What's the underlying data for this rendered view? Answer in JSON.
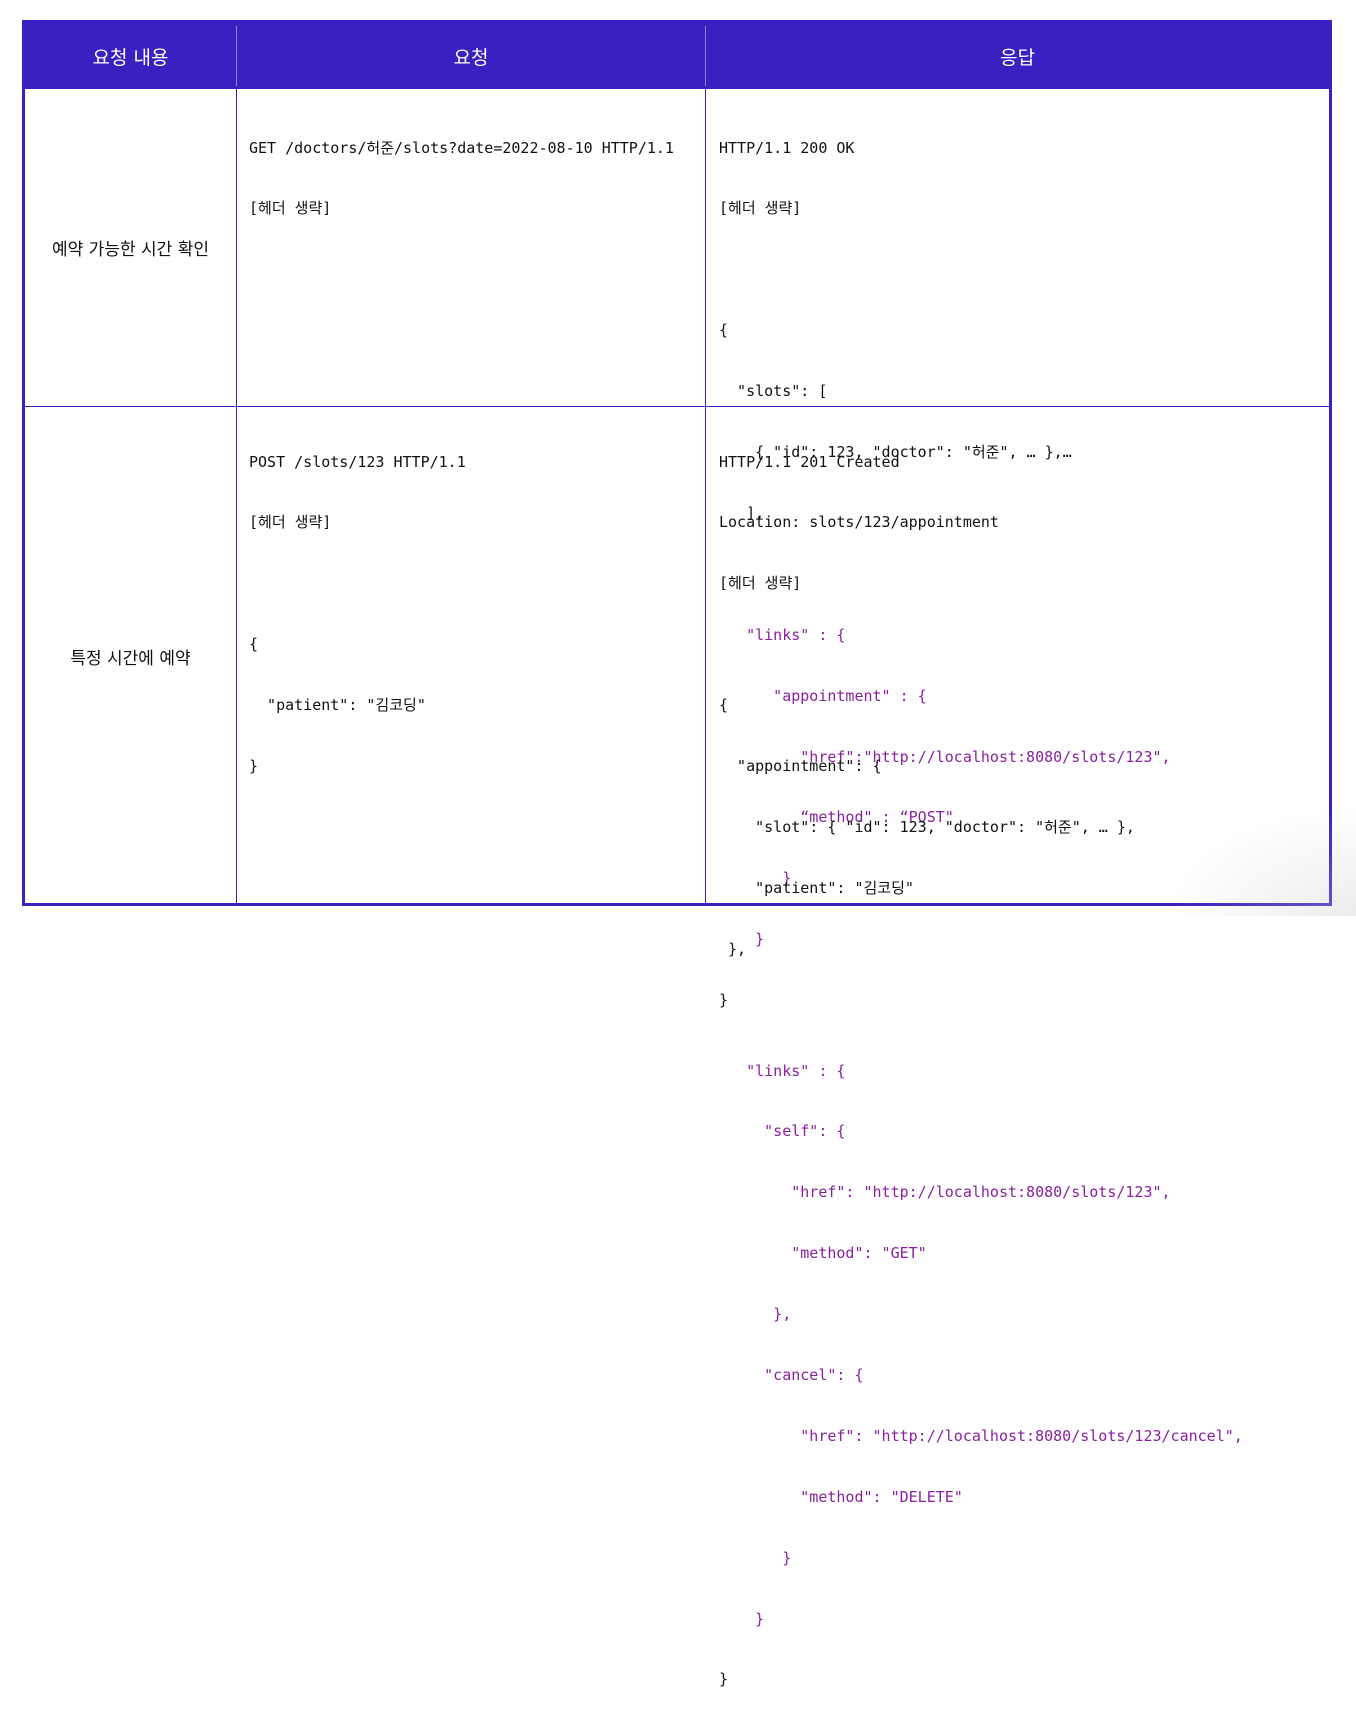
{
  "table": {
    "headers": [
      "요청 내용",
      "요청",
      "응답"
    ],
    "rows": [
      {
        "label": "예약 가능한 시간 확인",
        "request": [
          "GET /doctors/허준/slots?date=2022-08-10 HTTP/1.1",
          "[헤더 생략]"
        ],
        "response": [
          "HTTP/1.1 200 OK",
          "[헤더 생략]",
          "",
          "{",
          "  \"slots\": [",
          "    { \"id\": 123, \"doctor\": \"허준\", … },…",
          "   ],",
          "",
          "   \"links\" : {",
          "      \"appointment\" : {",
          "         \"href\":\"http://localhost:8080/slots/123\",",
          "         “method\" : “POST\"",
          "       }",
          "    }",
          "}"
        ]
      },
      {
        "label": "특정 시간에 예약",
        "request": [
          "POST /slots/123 HTTP/1.1",
          "[헤더 생략]",
          "",
          "{",
          "  \"patient\": \"김코딩\"",
          "}"
        ],
        "response": [
          "HTTP/1.1 201 Created",
          "Location: slots/123/appointment",
          "[헤더 생략]",
          "",
          "{",
          "  \"appointment\": {",
          "    \"slot\": { \"id\": 123, \"doctor\": \"허준\", … },",
          "    \"patient\": \"김코딩\"",
          " },",
          "",
          "   \"links\" : {",
          "     \"self\": {",
          "        \"href\": \"http://localhost:8080/slots/123\",",
          "        \"method\": \"GET\"",
          "      },",
          "     \"cancel\": {",
          "         \"href\": \"http://localhost:8080/slots/123/cancel\",",
          "         \"method\": \"DELETE\"",
          "       }",
          "    }",
          "}"
        ]
      }
    ]
  },
  "colors": {
    "header_bg": "#3a1fc1",
    "border": "#3a1fc1",
    "links_text": "#8a1fa0"
  }
}
